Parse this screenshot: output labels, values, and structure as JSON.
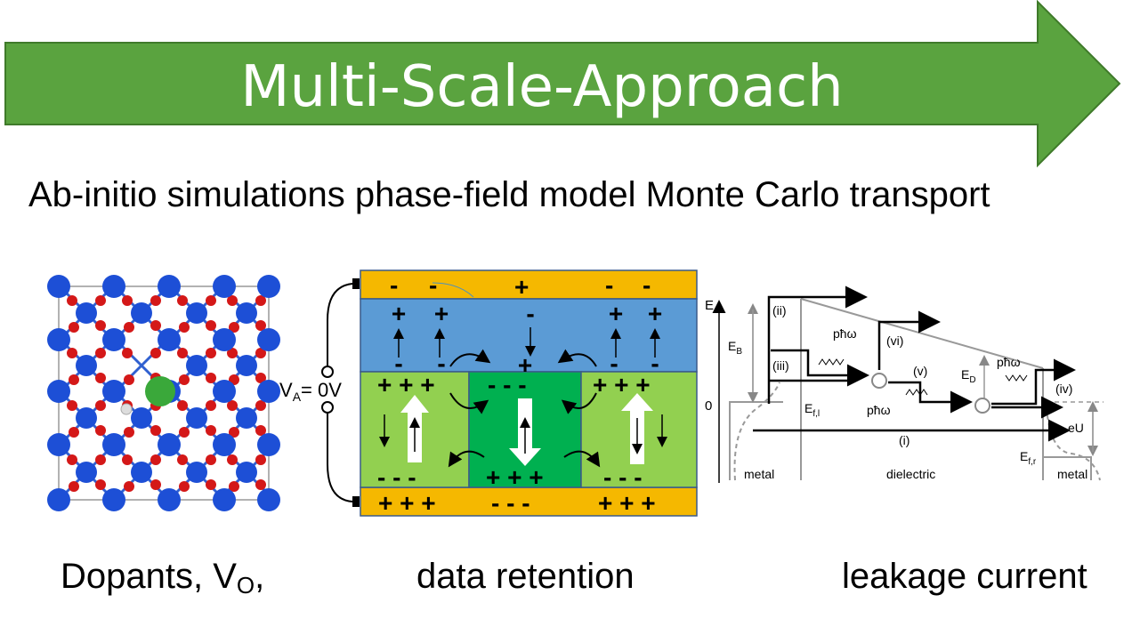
{
  "banner": {
    "title": "Multi-Scale-Approach",
    "color": "#5aa33f",
    "border": "#3f7a2a"
  },
  "methods": {
    "text": "Ab-initio simulations  phase-field model  Monte Carlo transport"
  },
  "crystal": {
    "atom_blue": "#1d4fd6",
    "atom_red": "#d41818",
    "dopant_green": "#3aa83a"
  },
  "phase_field": {
    "voltage_label": "V",
    "voltage_sub": "A",
    "voltage_value": "= 0V",
    "top_electrode_charges": [
      "-",
      "-",
      "+",
      "-",
      "-"
    ],
    "bottom_electrode_charges": [
      "+ + +",
      "- - -",
      "+ + +"
    ],
    "colors": {
      "electrode": "#f5b800",
      "blue": "#5b9bd5",
      "light_green": "#92d050",
      "dark_green": "#00b050"
    }
  },
  "band": {
    "axis_e": "E",
    "zero": "0",
    "eb": "E",
    "eb_sub": "B",
    "ed": "E",
    "ed_sub": "D",
    "efl": "E",
    "efl_sub": "f,l",
    "efr": "E",
    "efr_sub": "f,r",
    "eu": "eU",
    "phonon": "pħω",
    "labels": [
      "(i)",
      "(ii)",
      "(iii)",
      "(iv)",
      "(v)",
      "(vi)"
    ],
    "metal_left": "metal",
    "dielectric": "dielectric",
    "metal_right": "metal"
  },
  "captions": {
    "dopants": "Dopants, V",
    "dopants_sub": "O",
    "dopants_tail": ",",
    "retention": "data retention",
    "leakage": "leakage current"
  }
}
